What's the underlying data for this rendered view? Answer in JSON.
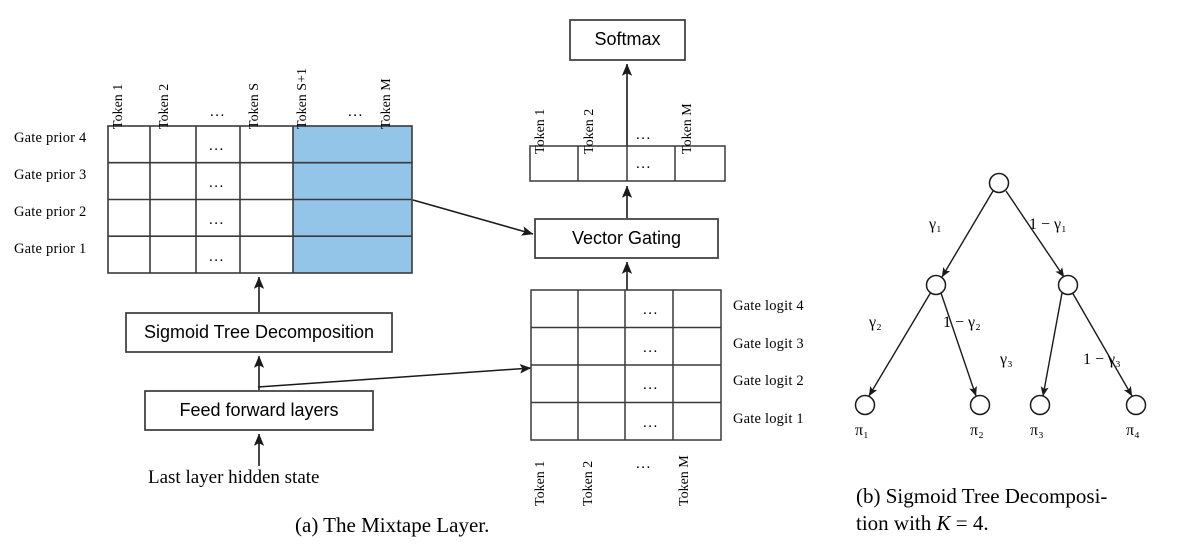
{
  "figure": {
    "caption_a": "(a) The Mixtape Layer.",
    "caption_b_line1": "(b) Sigmoid Tree Decomposi-",
    "caption_b_line2_pre": "tion with ",
    "caption_b_line2_var": "K",
    "caption_b_line2_post": " = 4."
  },
  "colors": {
    "highlight_blue": "#92c5e8",
    "stroke": "#3a3a3a",
    "text": "#000000"
  },
  "panel_a": {
    "gate_prior_matrix": {
      "row_labels": [
        "Gate prior 4",
        "Gate prior 3",
        "Gate prior 2",
        "Gate prior 1"
      ],
      "column_labels": [
        "Token 1",
        "Token 2",
        "...",
        "Token S",
        "Token S+1",
        "...",
        "Token M"
      ],
      "cell_ellipsis": "...",
      "highlighted_columns": [
        "Token S+1",
        "...",
        "Token M"
      ]
    },
    "boxes": {
      "sigmoid_tree_decomposition": "Sigmoid Tree Decomposition",
      "feed_forward_layers": "Feed forward layers",
      "vector_gating": "Vector Gating",
      "softmax": "Softmax"
    },
    "input_label": "Last layer hidden state",
    "gated_token_row": {
      "column_labels": [
        "Token 1",
        "Token 2",
        "...",
        "Token M"
      ],
      "cell_ellipsis": "..."
    },
    "gate_logit_matrix": {
      "row_labels": [
        "Gate logit 4",
        "Gate logit 3",
        "Gate logit 2",
        "Gate logit 1"
      ],
      "column_labels": [
        "Token 1",
        "Token 2",
        "...",
        "Token M"
      ],
      "cell_ellipsis": "..."
    }
  },
  "panel_b": {
    "nodes": {
      "root": "",
      "internal_left": "",
      "internal_right": "",
      "leaves": [
        "π₁",
        "π₂",
        "π₃",
        "π₄"
      ]
    },
    "edge_labels": [
      "γ₁",
      "1 − γ₁",
      "γ₂",
      "1 − γ₂",
      "γ₃",
      "1 − γ₃"
    ]
  }
}
